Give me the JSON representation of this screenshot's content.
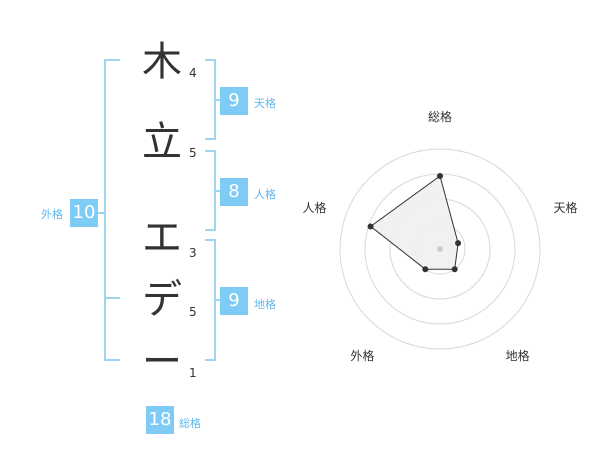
{
  "characters": [
    {
      "char": "木",
      "strokes": "4"
    },
    {
      "char": "立",
      "strokes": "5"
    },
    {
      "char": "エ",
      "strokes": "3"
    },
    {
      "char": "デ",
      "strokes": "5"
    },
    {
      "char": "ー",
      "strokes": "1"
    }
  ],
  "kakusu": {
    "tenkaku": {
      "label": "天格",
      "value": "9"
    },
    "jinkaku": {
      "label": "人格",
      "value": "8"
    },
    "chikaku": {
      "label": "地格",
      "value": "9"
    },
    "gaikaku": {
      "label": "外格",
      "value": "10"
    },
    "soukaku": {
      "label": "総格",
      "value": "18"
    }
  },
  "colors": {
    "accent": "#7ecbf5",
    "bracket": "#9fd3f2",
    "text": "#333333"
  },
  "chart_data": {
    "type": "radar",
    "axes": [
      "総格",
      "天格",
      "地格",
      "外格",
      "人格"
    ],
    "values": [
      0.73,
      0.19,
      0.25,
      0.25,
      0.73
    ],
    "rings": 4,
    "range": [
      0,
      1
    ]
  }
}
